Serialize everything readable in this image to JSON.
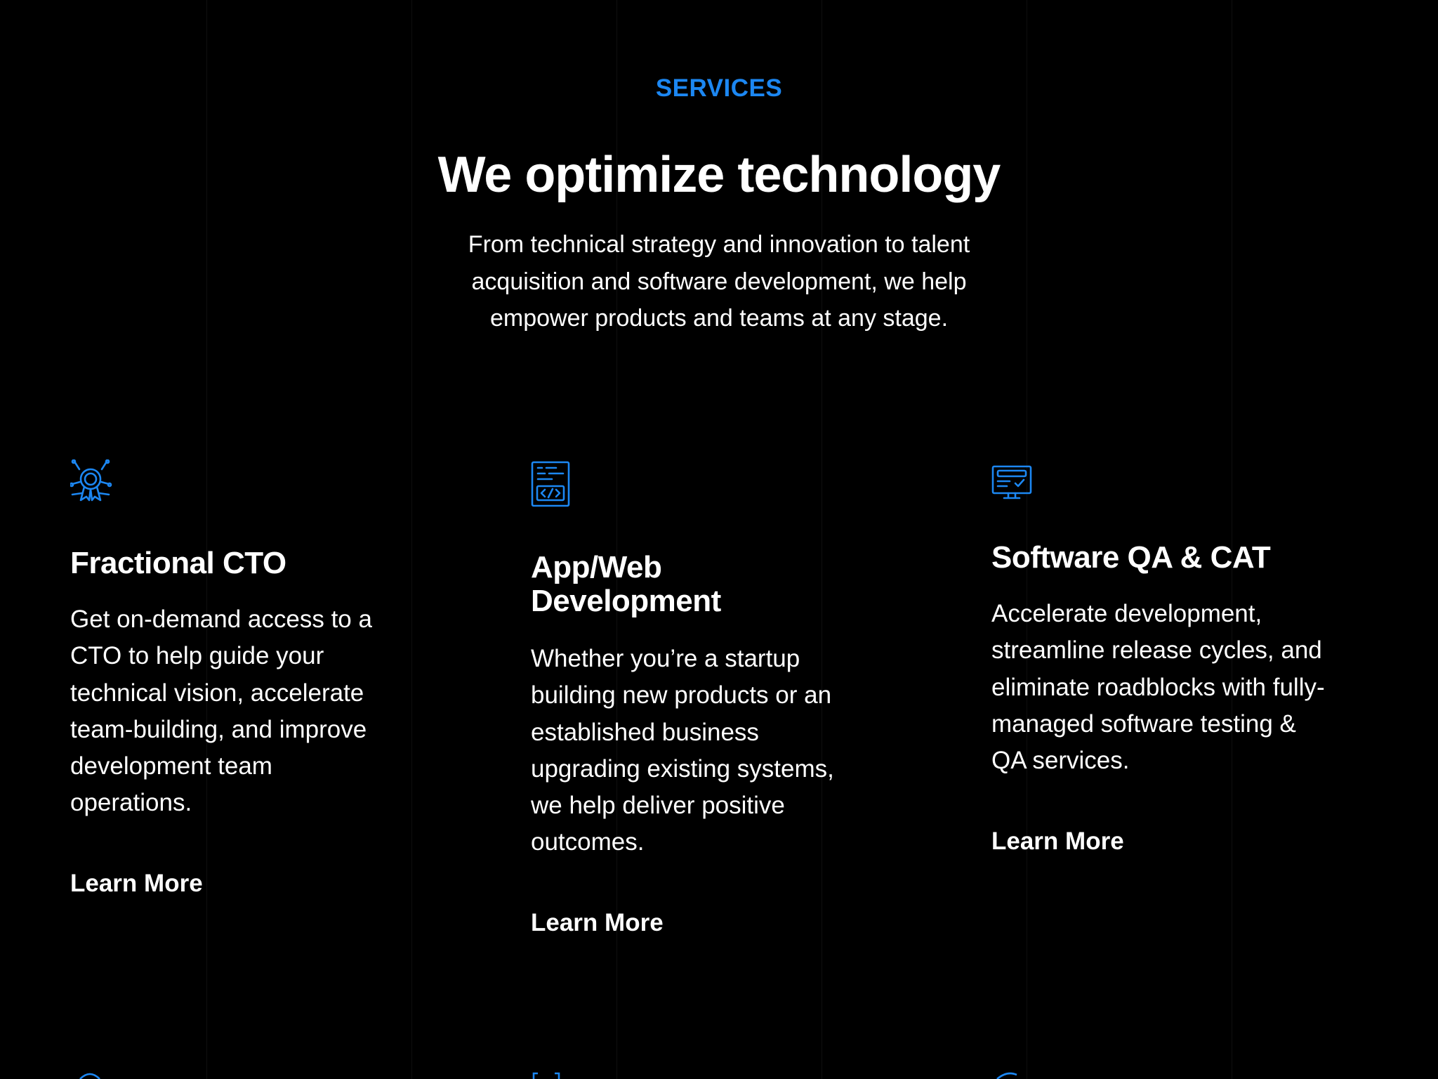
{
  "section": {
    "eyebrow": "SERVICES",
    "title": "We optimize technology",
    "intro": "From technical strategy and innovation to talent acquisition and software development, we help empower products and teams at any stage."
  },
  "services": [
    {
      "icon": "award-badge-icon",
      "title": "Fractional CTO",
      "description": "Get on-demand access to a CTO to help guide your technical vision, accelerate team-building, and improve development team operations.",
      "link": "Learn More"
    },
    {
      "icon": "code-window-icon",
      "title": "App/Web Development",
      "description": "Whether you’re a startup building new products or an established business upgrading existing systems, we help deliver positive outcomes.",
      "link": "Learn More"
    },
    {
      "icon": "monitor-checklist-icon",
      "title": "Software QA & CAT",
      "description": "Accelerate development, streamline release cycles, and eliminate roadblocks with fully-managed software testing & QA services.",
      "link": "Learn More"
    }
  ],
  "colors": {
    "background": "#000000",
    "accent": "#1c87f2",
    "text": "#ffffff",
    "gridline": "#0f0f0f"
  }
}
